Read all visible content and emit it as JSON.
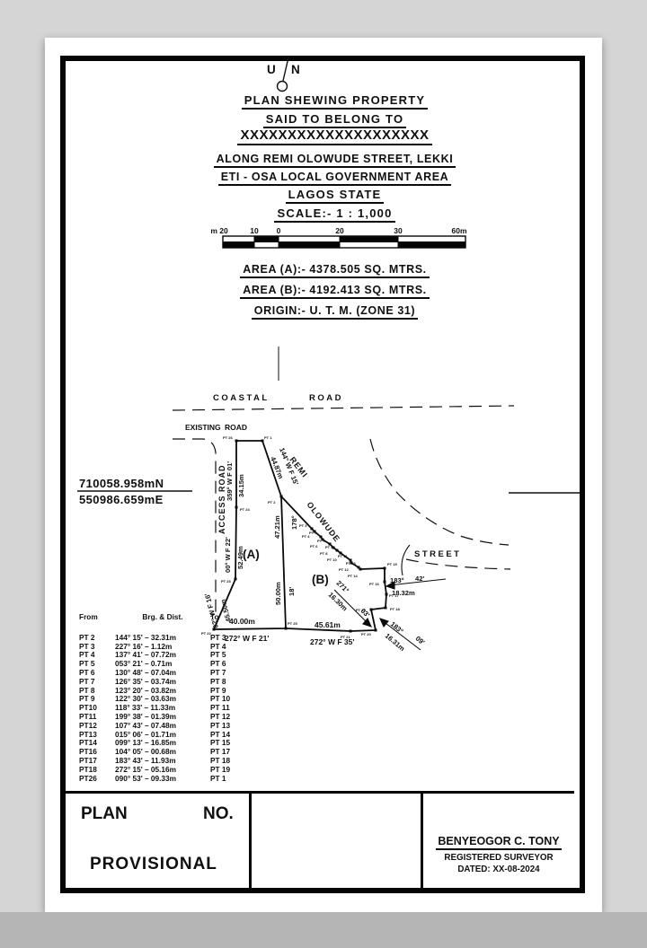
{
  "north": {
    "u": "U",
    "n": "N"
  },
  "title": {
    "line1": "PLAN  SHEWING  PROPERTY",
    "line2": "SAID TO BELONG TO",
    "line3": "XXXXXXXXXXXXXXXXXXXX",
    "line4": "ALONG  REMI  OLOWUDE  STREET, LEKKI",
    "line5": "ETI - OSA  LOCAL GOVERNMENT AREA",
    "line6": "LAGOS  STATE",
    "line7": "SCALE:-  1 : 1,000"
  },
  "scalebar": {
    "labels": [
      "m 20",
      "10",
      "0",
      "20",
      "30",
      "60m"
    ]
  },
  "areas": {
    "a": "AREA (A):- 4378.505 SQ. MTRS.",
    "b": "AREA (B):- 4192.413 SQ. MTRS.",
    "origin": "ORIGIN:- U. T. M. (ZONE 31)"
  },
  "coords": {
    "northing": "710058.958mN",
    "easting": "550986.659mE"
  },
  "map": {
    "coastal": "COASTAL",
    "coastal_road": "ROAD",
    "existing": "EXISTING",
    "existing_road": "ROAD",
    "access_road": "ACCESS  ROAD",
    "remi": "REMI",
    "olowude": "OLOWUDE",
    "street": "STREET",
    "parcel_a": "(A)",
    "parcel_b": "(B)",
    "dims": {
      "d1_brg": "359° W F 01'",
      "d1_len": "34.15m",
      "d2_brg": "00° W F 22'",
      "d2_len": "52.49m",
      "d3_brg": "02° W F 16'",
      "d3_len": "45.50m",
      "d4_brg": "144° W F 15'",
      "d4_len": "44.87m",
      "d5_deg": "178°",
      "d5_len": "47.21m",
      "d6_len": "50.00m",
      "d6_min": "18'",
      "d7_len": "40.00m",
      "d7_brg": "272°  W F  21'",
      "d8_len": "45.61m",
      "d8_brg": "272°  W F  35'",
      "d9_deg": "183°",
      "d9_min": "42'",
      "d9_len": "18.32m",
      "d10_deg": "271°",
      "d10_len": "16.30m",
      "d10_min": "03'",
      "d11_deg": "183°",
      "d11_len": "16.31m",
      "d11_min": "09'"
    },
    "points": {
      "pt1": "PT 1",
      "pt2": "PT 2",
      "pt3": "PT 3",
      "pt4": "PT 4",
      "pt5": "PT 5",
      "pt6": "PT 6",
      "pt7": "PT 7",
      "pt8": "PT 8",
      "pt9": "PT 9",
      "pt10": "PT 10",
      "pt11": "PT 11",
      "pt12": "PT 12",
      "pt13": "PT 13",
      "pt14": "PT 14",
      "pt15": "PT 15",
      "pt16": "PT 16",
      "pt17": "PT 17",
      "pt18": "PT 18",
      "pt19": "PT 19",
      "pt20": "PT 20",
      "pt21": "PT 21",
      "pt22": "PT 22",
      "pt23": "PT 23",
      "pt24": "PT 24",
      "pt25": "PT 25",
      "pt26": "PT 26"
    }
  },
  "table": {
    "headers": {
      "from": "From",
      "brg": "Brg.  &  Dist.",
      "to": "To"
    },
    "rows": [
      {
        "from": "PT 2",
        "brg": "144° 15' – 32.31m",
        "to": "PT 3"
      },
      {
        "from": "PT 3",
        "brg": "227° 16' –  1.12m",
        "to": "PT 4"
      },
      {
        "from": "PT 4",
        "brg": "137° 41' – 07.72m",
        "to": "PT 5"
      },
      {
        "from": "PT 5",
        "brg": "053° 21' –  0.71m",
        "to": "PT 6"
      },
      {
        "from": "PT 6",
        "brg": "130° 48' – 07.04m",
        "to": "PT 7"
      },
      {
        "from": "PT 7",
        "brg": "126° 35' – 03.74m",
        "to": "PT 8"
      },
      {
        "from": "PT 8",
        "brg": "123° 20' – 03.82m",
        "to": "PT 9"
      },
      {
        "from": "PT 9",
        "brg": "122° 30' – 03.63m",
        "to": "PT 10"
      },
      {
        "from": "PT10",
        "brg": "118° 33' – 11.33m",
        "to": "PT 11"
      },
      {
        "from": "PT11",
        "brg": "199° 38' – 01.39m",
        "to": "PT 12"
      },
      {
        "from": "PT12",
        "brg": "107° 43' – 07.48m",
        "to": "PT 13"
      },
      {
        "from": "PT13",
        "brg": "015° 06' – 01.71m",
        "to": "PT 14"
      },
      {
        "from": "PT14",
        "brg": "099° 13' – 16.85m",
        "to": "PT 15"
      },
      {
        "from": "PT16",
        "brg": "104° 05' – 00.68m",
        "to": "PT 17"
      },
      {
        "from": "PT17",
        "brg": "183° 43' – 11.93m",
        "to": "PT 18"
      },
      {
        "from": "PT18",
        "brg": "272° 15' – 05.16m",
        "to": "PT 19"
      },
      {
        "from": "PT26",
        "brg": "090° 53' – 09.33m",
        "to": "PT 1"
      }
    ]
  },
  "footer": {
    "plan": "PLAN",
    "no": "NO.",
    "provisional": "PROVISIONAL",
    "surveyor": "BENYEOGOR C. TONY",
    "surveyor_title": "REGISTERED SURVEYOR",
    "dated": "DATED: XX-08-2024"
  }
}
